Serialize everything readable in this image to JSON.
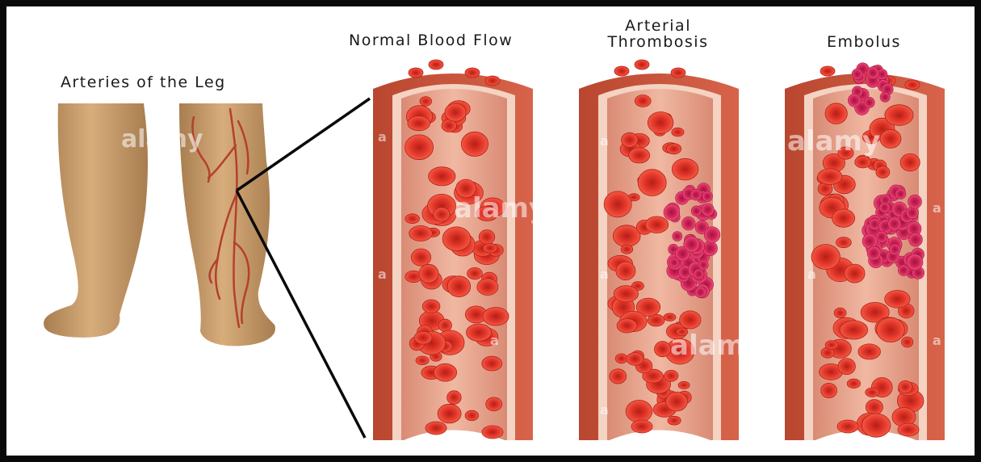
{
  "labels": {
    "legs_title": "Arteries of the Leg",
    "normal_title": "Normal Blood Flow",
    "thrombosis_title_line1": "Arterial",
    "thrombosis_title_line2": "Thrombosis",
    "embolus_title": "Embolus"
  },
  "watermark": {
    "brand": "alamy",
    "letter": "a"
  },
  "colors": {
    "vessel_wall": "#c9553a",
    "vessel_wall_dark": "#a8402b",
    "vessel_inner_band": "#f4d3c3",
    "lumen": "#e9a892",
    "red_cell": "#e2362a",
    "red_cell_dark": "#b51f16",
    "clot": "#d4265a",
    "clot_dark": "#9e1540",
    "skin": "#c79b6a",
    "skin_dark": "#a87d4f",
    "artery_line": "#b3402d",
    "frame": "#0a0a0a"
  }
}
